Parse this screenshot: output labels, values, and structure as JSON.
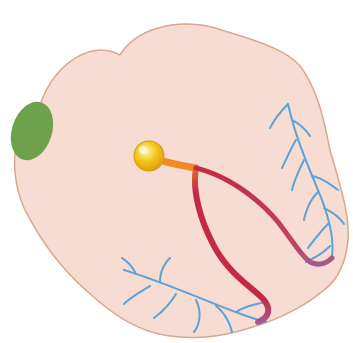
{
  "diagram": {
    "caption": "",
    "colors": {
      "background": "#ffffff",
      "organ_fill": "#f6dcd3",
      "organ_outline": "#d9a88c",
      "node_sa": "#6ea24a",
      "node_av": "#f2c418",
      "node_av_glow": "#f08a22",
      "bundle": "#c42a44",
      "bundle_branch_end": "#a45a8c",
      "fibers": "#5ea2d4"
    },
    "parts": [
      {
        "id": "organ-outline",
        "shape": "heart-silhouette"
      },
      {
        "id": "sa-node",
        "shape": "green-oval"
      },
      {
        "id": "av-node",
        "shape": "yellow-sphere"
      },
      {
        "id": "bundle-branch-left",
        "shape": "red-curve"
      },
      {
        "id": "bundle-branch-right",
        "shape": "red-curve"
      },
      {
        "id": "fibers-left",
        "shape": "blue-network"
      },
      {
        "id": "fibers-right",
        "shape": "blue-network"
      }
    ]
  }
}
